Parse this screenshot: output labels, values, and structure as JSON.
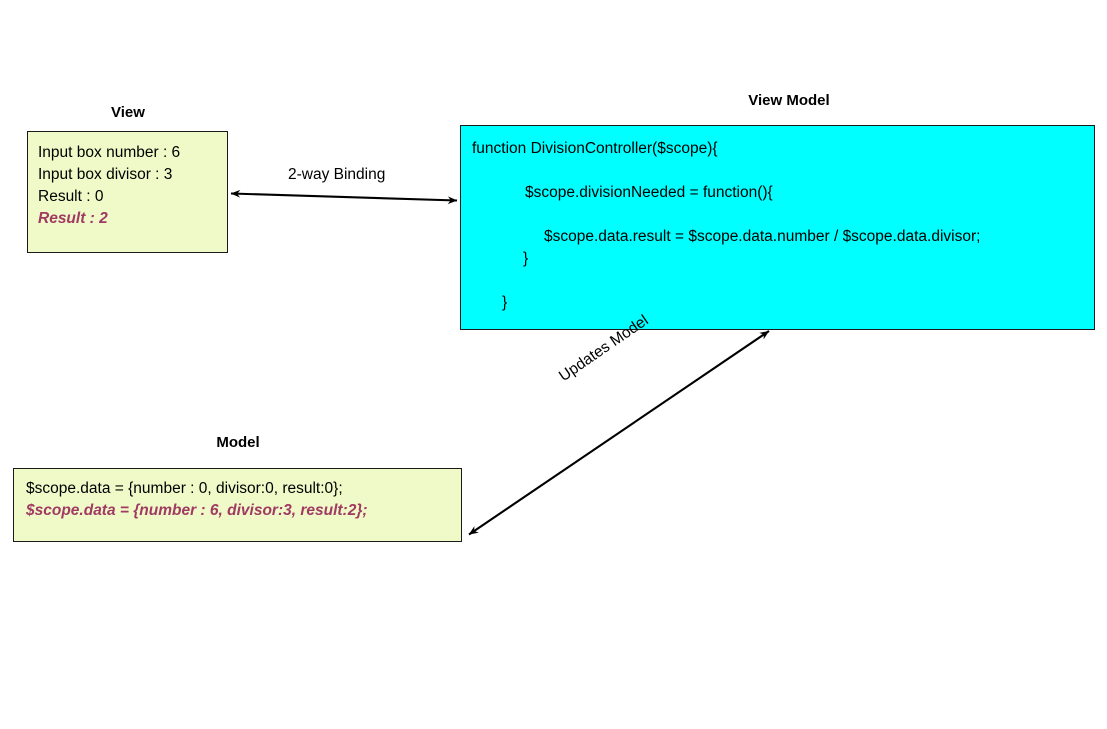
{
  "diagram": {
    "title_view": "View",
    "title_view_model": "View Model",
    "title_model": "Model",
    "colors": {
      "view_box_fill": "#f0fac8",
      "view_model_box_fill": "#00ffff",
      "model_box_fill": "#f0fac8",
      "box_border": "#1a1a1a",
      "highlight_text": "#a03a62",
      "normal_text": "#000000",
      "background": "#ffffff"
    }
  },
  "view": {
    "lines": [
      {
        "text": "Input box number : 6",
        "highlight": false
      },
      {
        "text": "Input box divisor : 3",
        "highlight": false
      },
      {
        "text": "Result : 0",
        "highlight": false
      },
      {
        "text": "Result : 2",
        "highlight": true
      }
    ],
    "line_0": "Input box number : 6",
    "line_1": "Input box divisor : 3",
    "line_2": "Result : 0",
    "line_3": "Result : 2"
  },
  "view_model": {
    "code": [
      "function DivisionController($scope){",
      "",
      "$scope.divisionNeeded = function(){",
      "",
      "$scope.data.result = $scope.data.number / $scope.data.divisor;",
      "}",
      "",
      "}"
    ],
    "code_0": "function DivisionController($scope){",
    "code_1": "$scope.divisionNeeded = function(){",
    "code_2": "$scope.data.result = $scope.data.number / $scope.data.divisor;",
    "code_3": "}",
    "code_4": "}"
  },
  "model": {
    "lines": [
      {
        "text": "$scope.data = {number : 0, divisor:0, result:0};",
        "highlight": false
      },
      {
        "text": "$scope.data = {number : 6, divisor:3, result:2};",
        "highlight": true
      }
    ],
    "line_0": "$scope.data = {number : 0, divisor:0, result:0};",
    "line_1": "$scope.data = {number : 6, divisor:3, result:2};"
  },
  "arrows": {
    "binding_label": "2-way Binding",
    "updates_label": "Updates Model"
  }
}
